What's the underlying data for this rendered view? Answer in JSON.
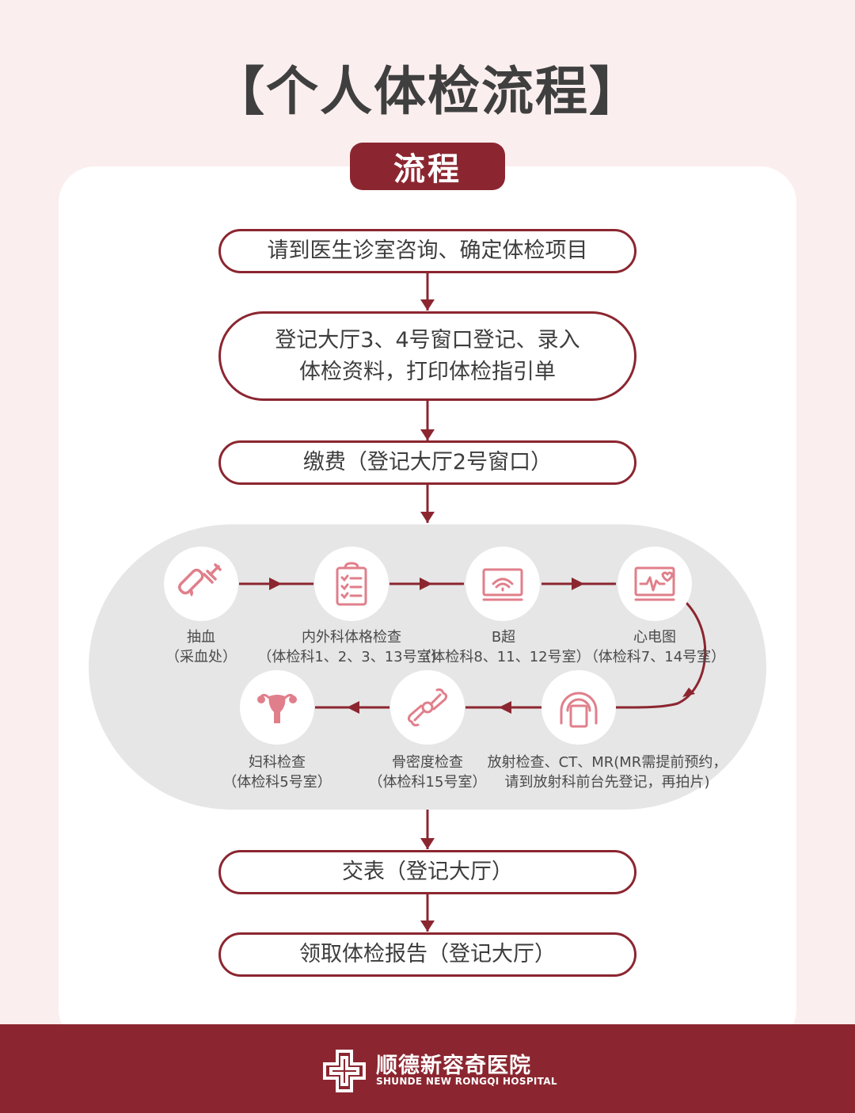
{
  "title": "【个人体检流程】",
  "section_badge": "流程",
  "steps": {
    "s1": "请到医生诊室咨询、确定体检项目",
    "s2_line1": "登记大厅3、4号窗口登记、录入",
    "s2_line2": "体检资料，打印体检指引单",
    "s3": "缴费（登记大厅2号窗口）",
    "s4": "交表（登记大厅）",
    "s5": "领取体检报告（登记大厅）"
  },
  "exams": [
    {
      "name": "抽血",
      "location": "（采血处）",
      "icon": "blood-dropper-icon"
    },
    {
      "name": "内外科体格检查",
      "location": "（体检科1、2、3、13号室）",
      "icon": "clipboard-checklist-icon"
    },
    {
      "name": "B超",
      "location": "（体检科8、11、12号室）",
      "icon": "ultrasound-monitor-icon"
    },
    {
      "name": "心电图",
      "location": "（体检科7、14号室）",
      "icon": "ecg-monitor-icon"
    },
    {
      "name": "放射检查、CT、MR(MR需提前预约，",
      "location": "请到放射科前台先登记，再拍片)",
      "icon": "ct-scanner-icon"
    },
    {
      "name": "骨密度检查",
      "location": "（体检科15号室）",
      "icon": "bone-joint-icon"
    },
    {
      "name": "妇科检查",
      "location": "（体检科5号室）",
      "icon": "uterus-icon"
    }
  ],
  "footer": {
    "name_cn": "顺德新容奇医院",
    "name_en": "SHUNDE NEW RONGQI HOSPITAL",
    "logo_icon": "hospital-cross-logo-icon"
  },
  "colors": {
    "accent": "#8b2630",
    "icon_pink": "#e07f8b",
    "background": "#fbeeee",
    "zone_gray": "#e6e6e6"
  }
}
